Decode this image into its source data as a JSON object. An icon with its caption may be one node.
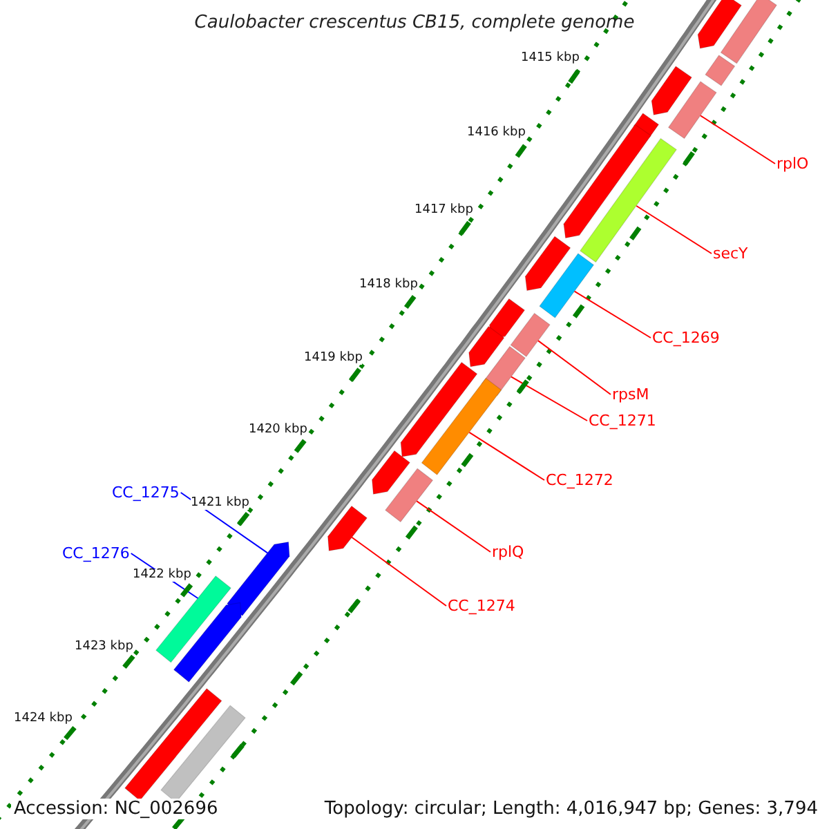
{
  "diagram": {
    "title": "Caulobacter crescentus CB15, complete genome",
    "nodes": [
      {
        "text": [
          "rplO"
        ]
      },
      {
        "text": [
          "secY"
        ]
      },
      {
        "text": [
          "CC_1269"
        ]
      },
      {
        "text": [
          "rpsM"
        ]
      },
      {
        "text": [
          "CC_1271"
        ]
      },
      {
        "text": [
          "CC_1272"
        ]
      },
      {
        "text": [
          "rplQ"
        ]
      },
      {
        "text": [
          "CC_1274"
        ]
      },
      {
        "text": [
          "CC_1275"
        ]
      },
      {
        "text": [
          "CC_1276"
        ]
      },
      {
        "text": [],
        "shape": "bar"
      },
      {
        "text": [],
        "shape": "bar"
      },
      {
        "text": [],
        "shape": "bar"
      },
      {
        "text": [],
        "shape": "bar"
      },
      {
        "text": [],
        "shape": "bar"
      },
      {
        "text": [],
        "shape": "bar"
      },
      {
        "text": [],
        "shape": "bar"
      },
      {
        "text": [],
        "shape": "bar"
      },
      {
        "text": [],
        "shape": "bar"
      },
      {
        "text": [],
        "shape": "bar"
      },
      {
        "text": [],
        "shape": "bar"
      },
      {
        "text": [],
        "shape": "bar"
      },
      {
        "text": [],
        "shape": "bar"
      },
      {
        "text": [],
        "shape": "bar"
      },
      {
        "text": [],
        "shape": "bar"
      },
      {
        "text": [],
        "shape": "bar"
      },
      {
        "text": [],
        "shape": "bar"
      },
      {
        "text": [],
        "shape": "bar"
      },
      {
        "text": [],
        "shape": "bar"
      },
      {
        "text": [],
        "shape": "bar"
      },
      {
        "text": [],
        "shape": "bar"
      },
      {
        "text": [],
        "shape": "bar"
      },
      {
        "text": [],
        "shape": "bar"
      },
      {
        "text": [],
        "shape": "bar"
      }
    ],
    "edges": [
      {
        "from": 0,
        "to": 14,
        "arrow": "none"
      },
      {
        "from": 1,
        "to": 17,
        "arrow": "none"
      },
      {
        "from": 2,
        "to": 19,
        "arrow": "none"
      },
      {
        "from": 3,
        "to": 21,
        "arrow": "none"
      },
      {
        "from": 4,
        "to": 23,
        "arrow": "none"
      },
      {
        "from": 5,
        "to": 25,
        "arrow": "none"
      },
      {
        "from": 6,
        "to": 27,
        "arrow": "none"
      },
      {
        "from": 7,
        "to": 28,
        "arrow": "none"
      },
      {
        "from": 8,
        "to": 29,
        "arrow": "none",
        "color": "#0000ff"
      },
      {
        "from": 9,
        "to": 30,
        "arrow": "none",
        "color": "#0000ff"
      }
    ],
    "labels": [
      "1415 kbp",
      "1416 kbp",
      "1417 kbp",
      "1418 kbp",
      "1419 kbp",
      "1420 kbp",
      "1421 kbp",
      "1422 kbp",
      "1423 kbp",
      "1424 kbp",
      "Accession: NC_002696",
      "Topology: circular; Length: 4,016,947 bp; Genes: 3,794"
    ]
  }
}
